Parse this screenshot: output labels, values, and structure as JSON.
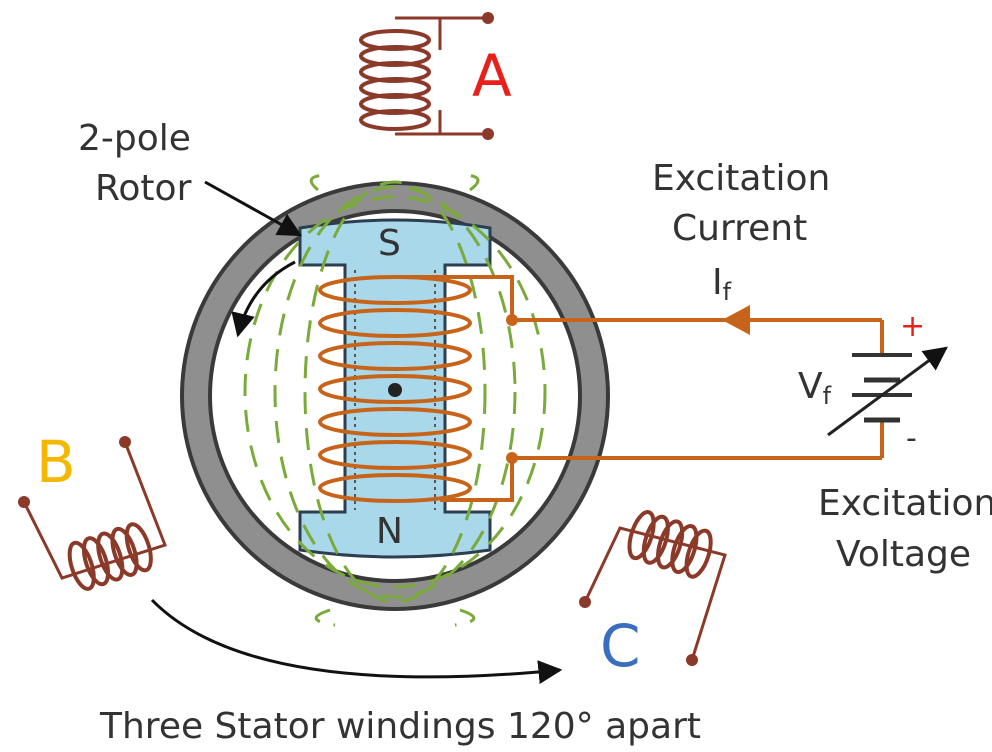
{
  "labels": {
    "rotor_line1": "2-pole",
    "rotor_line2": "Rotor",
    "pole_south": "S",
    "pole_north": "N",
    "excitation_current_line1": "Excitation",
    "excitation_current_line2": "Current",
    "current_symbol": "I",
    "current_subscript": "f",
    "voltage_symbol": "V",
    "voltage_subscript": "f",
    "plus_sign": "+",
    "minus_sign": "-",
    "excitation_voltage_line1": "Excitation",
    "excitation_voltage_line2": "Voltage",
    "caption": "Three Stator windings 120° apart"
  },
  "phases": [
    {
      "name": "A",
      "color": "#e8201a"
    },
    {
      "name": "B",
      "color": "#f5b800"
    },
    {
      "name": "C",
      "color": "#3a6fbf"
    }
  ],
  "colors": {
    "stator": "#8f8f8f",
    "rotor": "#a8d8ea",
    "field_winding": "#c8641a",
    "stator_coil": "#8b3a2a",
    "flux_lines": "#7aaa3a",
    "label_text": "#333333"
  }
}
